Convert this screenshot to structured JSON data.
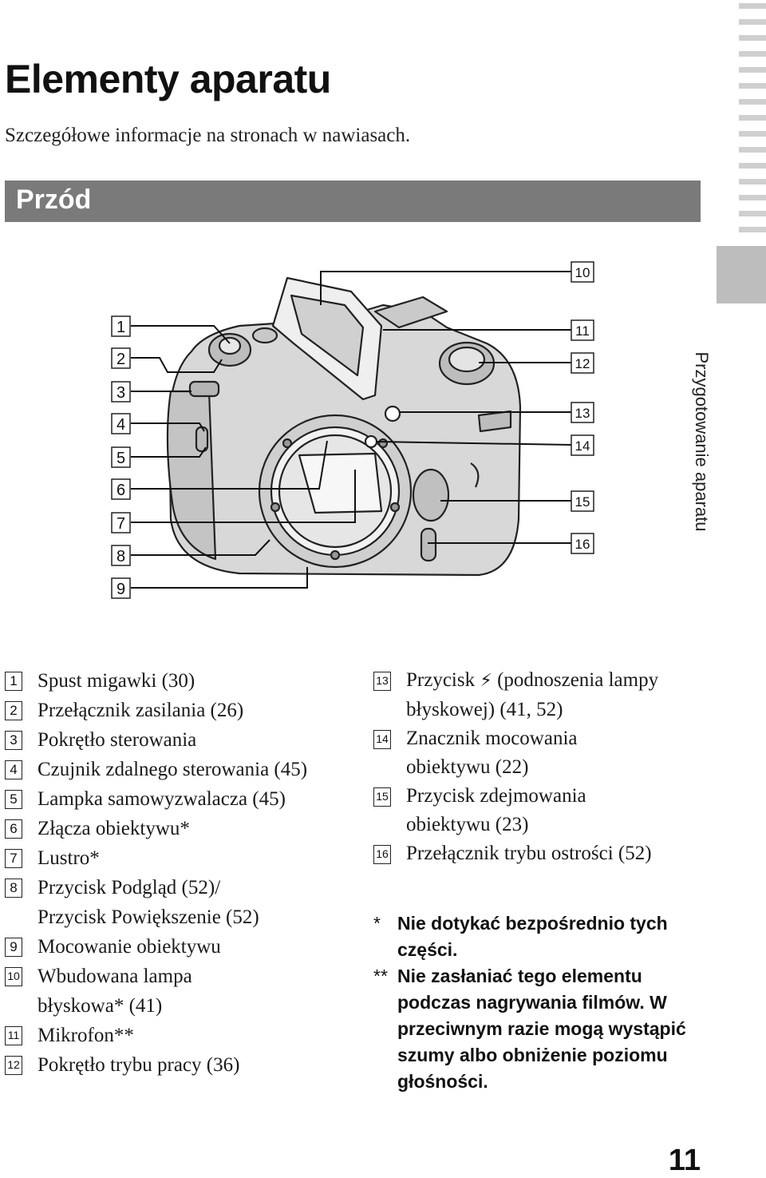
{
  "header": {
    "title": "Elementy aparatu",
    "subtitle": "Szczegółowe informacje na stronach w nawiasach.",
    "section": "Przód"
  },
  "side_tab": {
    "label": "Przygotowanie aparatu"
  },
  "diagram": {
    "callouts_left": [
      "1",
      "2",
      "3",
      "4",
      "5",
      "6",
      "7",
      "8",
      "9"
    ],
    "callouts_right": [
      "10",
      "11",
      "12",
      "13",
      "14",
      "15",
      "16"
    ]
  },
  "legend_left": [
    {
      "num": "1",
      "text": "Spust migawki (30)"
    },
    {
      "num": "2",
      "text": "Przełącznik zasilania (26)"
    },
    {
      "num": "3",
      "text": "Pokrętło sterowania"
    },
    {
      "num": "4",
      "text": "Czujnik zdalnego sterowania (45)"
    },
    {
      "num": "5",
      "text": "Lampka samowyzwalacza (45)"
    },
    {
      "num": "6",
      "text": "Złącza obiektywu*"
    },
    {
      "num": "7",
      "text": "Lustro*"
    },
    {
      "num": "8",
      "text": "Przycisk Podgląd (52)/ Przycisk Powiększenie (52)"
    },
    {
      "num": "9",
      "text": "Mocowanie obiektywu"
    },
    {
      "num": "10",
      "text": "Wbudowana lampa błyskowa* (41)"
    },
    {
      "num": "11",
      "text": "Mikrofon**"
    },
    {
      "num": "12",
      "text": "Pokrętło trybu pracy (36)"
    }
  ],
  "legend_right": [
    {
      "num": "13",
      "text_before": "Przycisk",
      "glyph": "⚡",
      "text_after": "(podnoszenia lampy błyskowej) (41, 52)"
    },
    {
      "num": "14",
      "text": "Znacznik mocowania obiektywu (22)"
    },
    {
      "num": "15",
      "text": "Przycisk zdejmowania obiektywu (23)"
    },
    {
      "num": "16",
      "text": "Przełącznik trybu ostrości (52)"
    }
  ],
  "notes": [
    {
      "mark": "*",
      "text": "Nie dotykać bezpośrednio tych części."
    },
    {
      "mark": "**",
      "text": "Nie zasłaniać tego elementu podczas nagrywania filmów. W przeciwnym razie mogą wystąpić szumy albo obniżenie poziomu głośności."
    }
  ],
  "page_number": "11",
  "colors": {
    "section_bar": "#7a7a7a",
    "side_tab": "#bdbdbd",
    "stripes": "#cfcfcf"
  }
}
